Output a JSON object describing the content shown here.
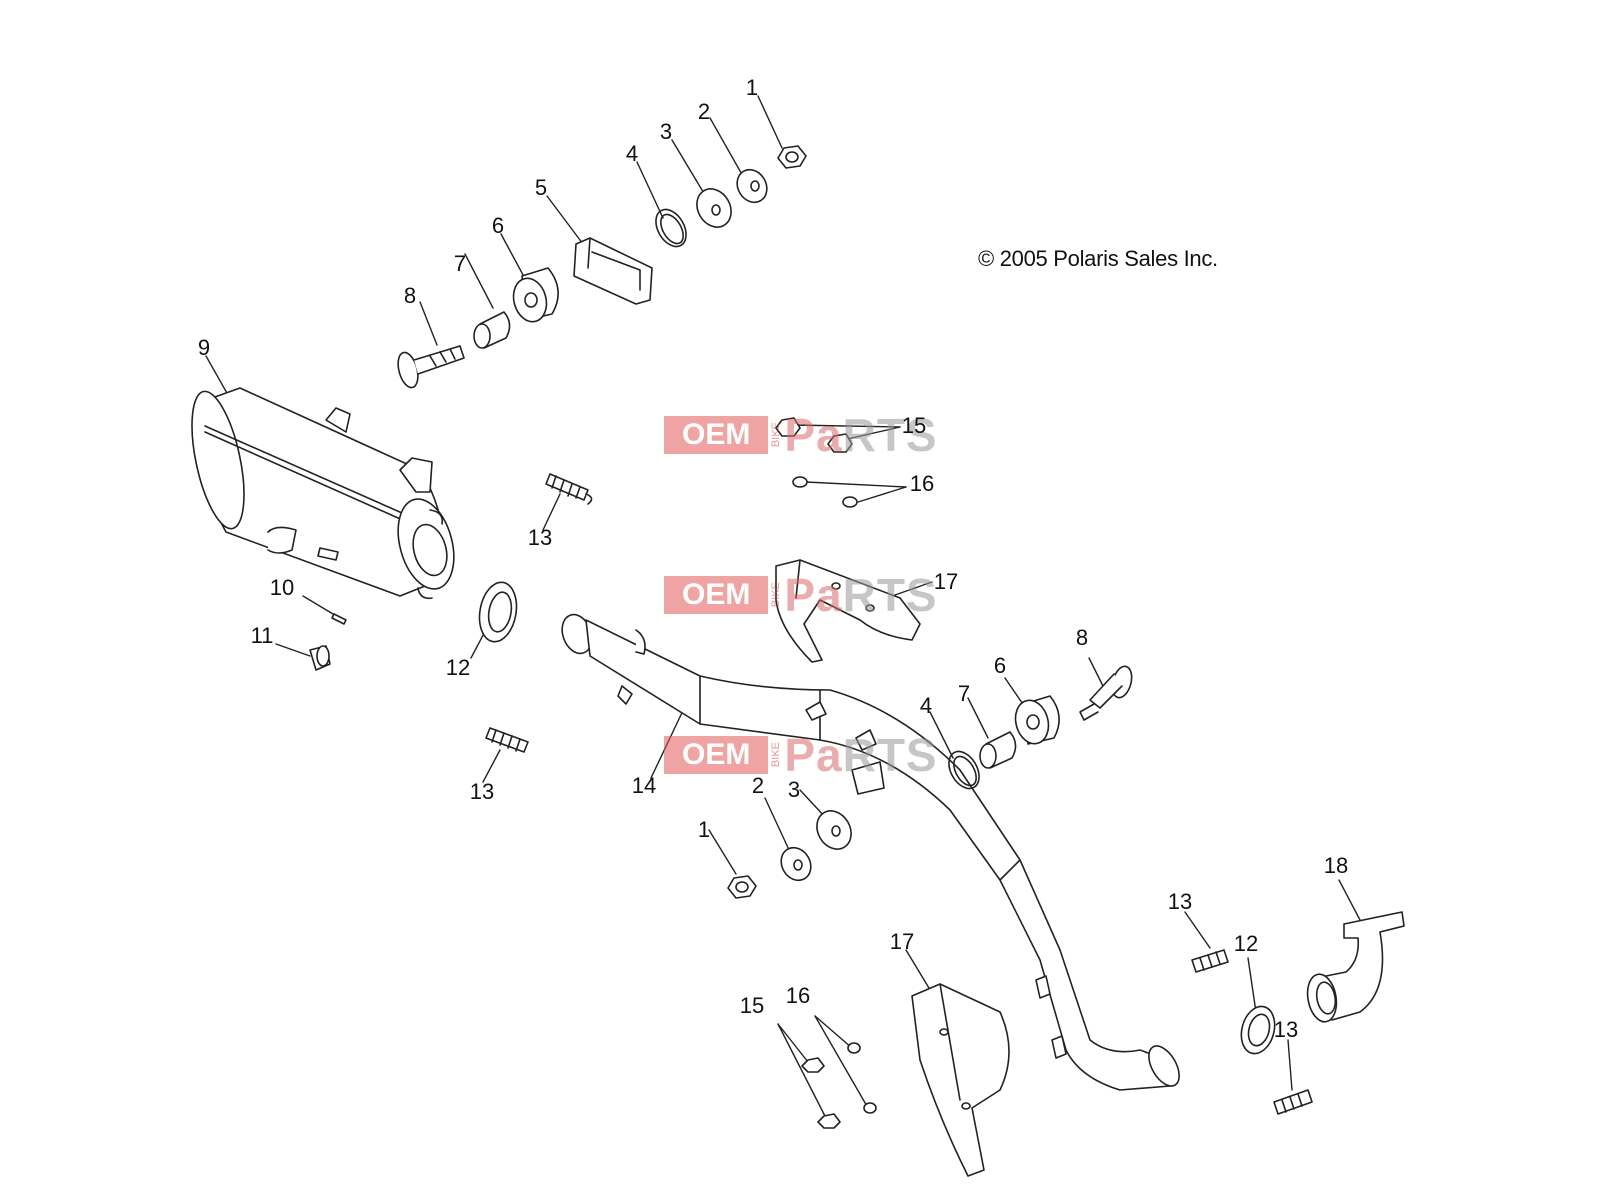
{
  "copyright": "© 2005 Polaris Sales Inc.",
  "watermark": {
    "oem": "OEM",
    "bike": "BIKE",
    "pa": "Pa",
    "rts": "RTS"
  },
  "callouts": {
    "c1a": "1",
    "c2a": "2",
    "c3a": "3",
    "c4a": "4",
    "c5": "5",
    "c6a": "6",
    "c7a": "7",
    "c8a": "8",
    "c9": "9",
    "c10": "10",
    "c11": "11",
    "c12a": "12",
    "c13a": "13",
    "c13b": "13",
    "c14": "14",
    "c15a": "15",
    "c16a": "16",
    "c17a": "17",
    "c8b": "8",
    "c6b": "6",
    "c7b": "7",
    "c4b": "4",
    "c3b": "3",
    "c2b": "2",
    "c1b": "1",
    "c13c": "13",
    "c12b": "12",
    "c18": "18",
    "c13d": "13",
    "c17b": "17",
    "c15b": "15",
    "c16b": "16"
  },
  "colors": {
    "line": "#222222",
    "watermark_red": "#e25a5a",
    "watermark_gray": "#999999"
  }
}
